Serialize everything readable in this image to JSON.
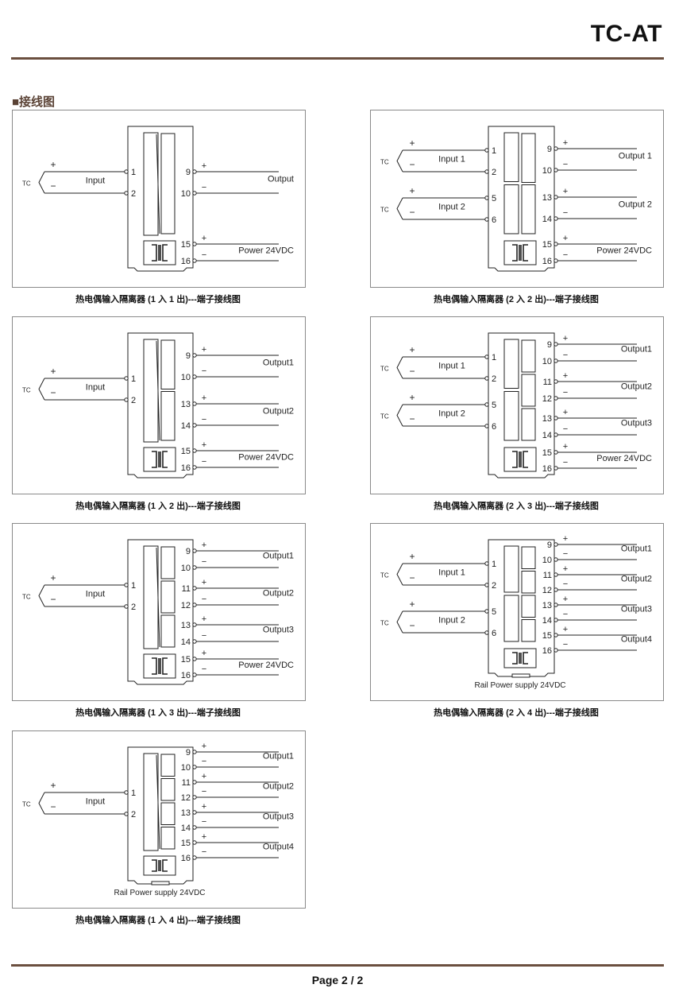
{
  "header": {
    "title": "TC-AT"
  },
  "section": {
    "heading": "■接线图"
  },
  "footer": {
    "page": "Page 2 / 2"
  },
  "colors": {
    "rule": "#6b4f3f",
    "heading": "#5a4235",
    "line": "#222222"
  },
  "icons": [
    "isolation-transformer-icon"
  ],
  "diagrams": [
    {
      "caption": "热电偶输入隔离器 (1 入 1 出)---端子接线图",
      "inputs": [
        {
          "sensor": "TC",
          "plus": "+",
          "minus": "−",
          "label": "Input",
          "pins": [
            "1",
            "2"
          ]
        }
      ],
      "outputs": [
        {
          "label": "Output",
          "pins": [
            "9",
            "10"
          ],
          "plus": "+",
          "minus": "−"
        }
      ],
      "power": {
        "label": "Power 24VDC",
        "pins": [
          "15",
          "16"
        ],
        "plus": "+",
        "minus": "−"
      },
      "rail": ""
    },
    {
      "caption": "热电偶输入隔离器 (2 入 2 出)---端子接线图",
      "inputs": [
        {
          "sensor": "TC",
          "plus": "+",
          "minus": "−",
          "label": "Input 1",
          "pins": [
            "1",
            "2"
          ]
        },
        {
          "sensor": "TC",
          "plus": "+",
          "minus": "−",
          "label": "Input 2",
          "pins": [
            "5",
            "6"
          ]
        }
      ],
      "outputs": [
        {
          "label": "Output 1",
          "pins": [
            "9",
            "10"
          ],
          "plus": "+",
          "minus": "−"
        },
        {
          "label": "Output 2",
          "pins": [
            "13",
            "14"
          ],
          "plus": "+",
          "minus": "−"
        }
      ],
      "power": {
        "label": "Power 24VDC",
        "pins": [
          "15",
          "16"
        ],
        "plus": "+",
        "minus": "−"
      },
      "rail": ""
    },
    {
      "caption": "热电偶输入隔离器 (1 入 2 出)---端子接线图",
      "inputs": [
        {
          "sensor": "TC",
          "plus": "+",
          "minus": "−",
          "label": "Input",
          "pins": [
            "1",
            "2"
          ]
        }
      ],
      "outputs": [
        {
          "label": "Output1",
          "pins": [
            "9",
            "10"
          ],
          "plus": "+",
          "minus": "−"
        },
        {
          "label": "Output2",
          "pins": [
            "13",
            "14"
          ],
          "plus": "+",
          "minus": "−"
        }
      ],
      "power": {
        "label": "Power 24VDC",
        "pins": [
          "15",
          "16"
        ],
        "plus": "+",
        "minus": "−"
      },
      "rail": ""
    },
    {
      "caption": "热电偶输入隔离器 (2 入 3 出)---端子接线图",
      "inputs": [
        {
          "sensor": "TC",
          "plus": "+",
          "minus": "−",
          "label": "Input 1",
          "pins": [
            "1",
            "2"
          ]
        },
        {
          "sensor": "TC",
          "plus": "+",
          "minus": "−",
          "label": "Input 2",
          "pins": [
            "5",
            "6"
          ]
        }
      ],
      "outputs": [
        {
          "label": "Output1",
          "pins": [
            "9",
            "10"
          ],
          "plus": "+",
          "minus": "−"
        },
        {
          "label": "Output2",
          "pins": [
            "11",
            "12"
          ],
          "plus": "+",
          "minus": "−"
        },
        {
          "label": "Output3",
          "pins": [
            "13",
            "14"
          ],
          "plus": "+",
          "minus": "−"
        }
      ],
      "power": {
        "label": "Power 24VDC",
        "pins": [
          "15",
          "16"
        ],
        "plus": "+",
        "minus": "−"
      },
      "rail": ""
    },
    {
      "caption": "热电偶输入隔离器 (1 入 3 出)---端子接线图",
      "inputs": [
        {
          "sensor": "TC",
          "plus": "+",
          "minus": "−",
          "label": "Input",
          "pins": [
            "1",
            "2"
          ]
        }
      ],
      "outputs": [
        {
          "label": "Output1",
          "pins": [
            "9",
            "10"
          ],
          "plus": "+",
          "minus": "−"
        },
        {
          "label": "Output2",
          "pins": [
            "11",
            "12"
          ],
          "plus": "+",
          "minus": "−"
        },
        {
          "label": "Output3",
          "pins": [
            "13",
            "14"
          ],
          "plus": "+",
          "minus": "−"
        }
      ],
      "power": {
        "label": "Power 24VDC",
        "pins": [
          "15",
          "16"
        ],
        "plus": "+",
        "minus": "−"
      },
      "rail": ""
    },
    {
      "caption": "热电偶输入隔离器 (2 入 4 出)---端子接线图",
      "inputs": [
        {
          "sensor": "TC",
          "plus": "+",
          "minus": "−",
          "label": "Input 1",
          "pins": [
            "1",
            "2"
          ]
        },
        {
          "sensor": "TC",
          "plus": "+",
          "minus": "−",
          "label": "Input 2",
          "pins": [
            "5",
            "6"
          ]
        }
      ],
      "outputs": [
        {
          "label": "Output1",
          "pins": [
            "9",
            "10"
          ],
          "plus": "+",
          "minus": "−"
        },
        {
          "label": "Output2",
          "pins": [
            "11",
            "12"
          ],
          "plus": "+",
          "minus": "−"
        },
        {
          "label": "Output3",
          "pins": [
            "13",
            "14"
          ],
          "plus": "+",
          "minus": "−"
        },
        {
          "label": "Output4",
          "pins": [
            "15",
            "16"
          ],
          "plus": "+",
          "minus": "−"
        }
      ],
      "power": null,
      "rail": "Rail Power supply 24VDC"
    },
    {
      "caption": "热电偶输入隔离器 (1 入 4 出)---端子接线图",
      "inputs": [
        {
          "sensor": "TC",
          "plus": "+",
          "minus": "−",
          "label": "Input",
          "pins": [
            "1",
            "2"
          ]
        }
      ],
      "outputs": [
        {
          "label": "Output1",
          "pins": [
            "9",
            "10"
          ],
          "plus": "+",
          "minus": "−"
        },
        {
          "label": "Output2",
          "pins": [
            "11",
            "12"
          ],
          "plus": "+",
          "minus": "−"
        },
        {
          "label": "Output3",
          "pins": [
            "13",
            "14"
          ],
          "plus": "+",
          "minus": "−"
        },
        {
          "label": "Output4",
          "pins": [
            "15",
            "16"
          ],
          "plus": "+",
          "minus": "−"
        }
      ],
      "power": null,
      "rail": "Rail Power supply 24VDC"
    }
  ]
}
